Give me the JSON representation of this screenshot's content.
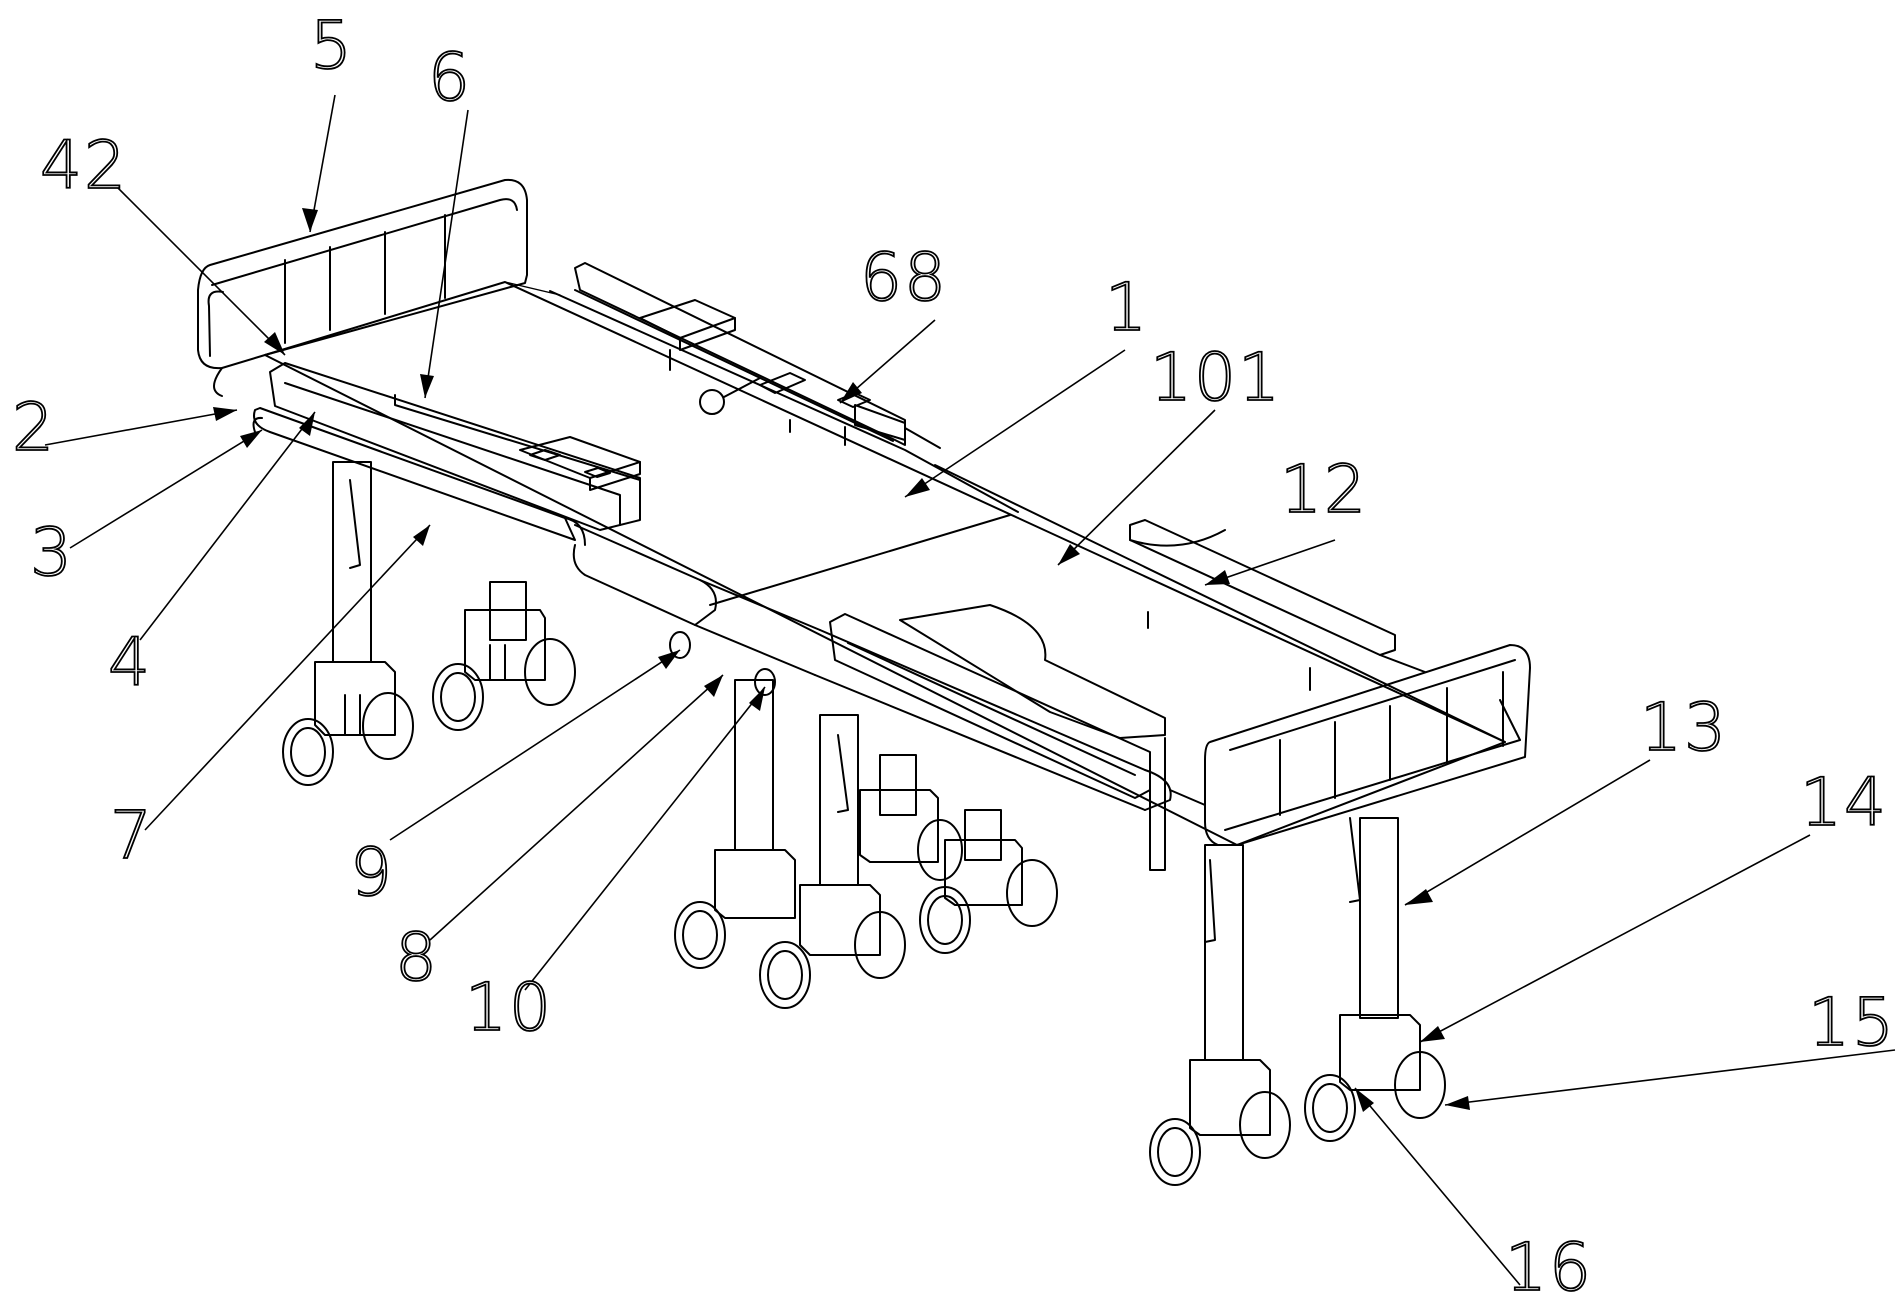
{
  "callouts": [
    {
      "id": "5",
      "label": "5"
    },
    {
      "id": "6",
      "label": "6"
    },
    {
      "id": "42",
      "label": "42"
    },
    {
      "id": "68",
      "label": "68"
    },
    {
      "id": "1",
      "label": "1"
    },
    {
      "id": "101",
      "label": "101"
    },
    {
      "id": "2",
      "label": "2"
    },
    {
      "id": "12",
      "label": "12"
    },
    {
      "id": "3",
      "label": "3"
    },
    {
      "id": "4",
      "label": "4"
    },
    {
      "id": "7",
      "label": "7"
    },
    {
      "id": "9",
      "label": "9"
    },
    {
      "id": "13",
      "label": "13"
    },
    {
      "id": "14",
      "label": "14"
    },
    {
      "id": "8",
      "label": "8"
    },
    {
      "id": "10",
      "label": "10"
    },
    {
      "id": "15",
      "label": "15"
    },
    {
      "id": "16",
      "label": "16"
    }
  ]
}
